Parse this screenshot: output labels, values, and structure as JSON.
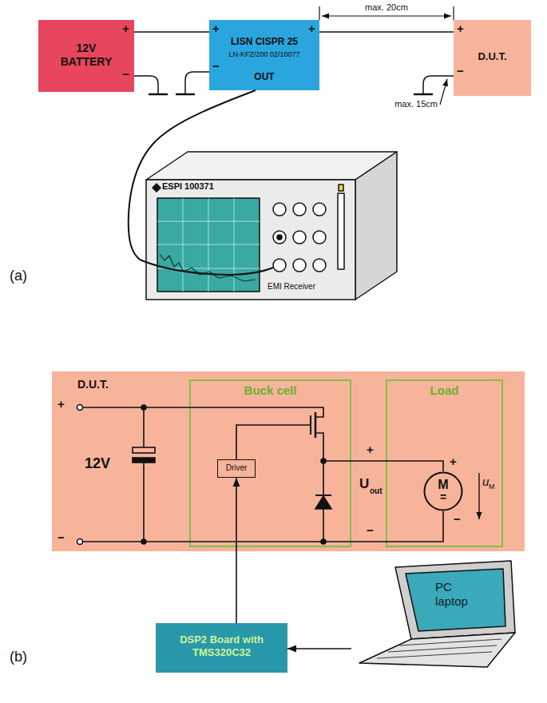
{
  "diagram": {
    "nodes": [
      {
        "text": [
          "12V BATTERY"
        ]
      },
      {
        "text": [
          "LISN CISPR 25",
          "LN-KFZ/200 02/10077",
          "OUT"
        ]
      },
      {
        "text": [
          "D.U.T."
        ]
      },
      {
        "text": [
          "ESPI 100371",
          "EMI Receiver"
        ]
      },
      {
        "text": [
          "D.U.T."
        ]
      },
      {
        "text": [
          "Buck cell"
        ],
        "in": 4
      },
      {
        "text": [
          "Driver"
        ],
        "in": 5
      },
      {
        "text": [
          "Load"
        ],
        "in": 4
      },
      {
        "text": [
          "M",
          "="
        ],
        "in": 7
      },
      {
        "text": [
          "DSP2 Board with TMS320C32"
        ]
      },
      {
        "text": [
          "PC laptop"
        ]
      }
    ],
    "edges": [
      {
        "from": 0,
        "to": 1,
        "arrow": "none"
      },
      {
        "from": 1,
        "to": 2,
        "arrow": "none"
      },
      {
        "from": 1,
        "to": 3,
        "arrow": "none"
      },
      {
        "from": 9,
        "to": 6,
        "arrow": "to"
      },
      {
        "from": 10,
        "to": 9,
        "arrow": "to"
      }
    ],
    "labels": [
      "max. 20cm",
      "+",
      "−",
      "+",
      "+",
      "−",
      "+",
      "−",
      "max. 15cm",
      "(a)",
      "+",
      "12V",
      "−",
      "+",
      "U",
      "out",
      "−",
      "+",
      "−",
      "u",
      "M",
      "(b)"
    ]
  }
}
